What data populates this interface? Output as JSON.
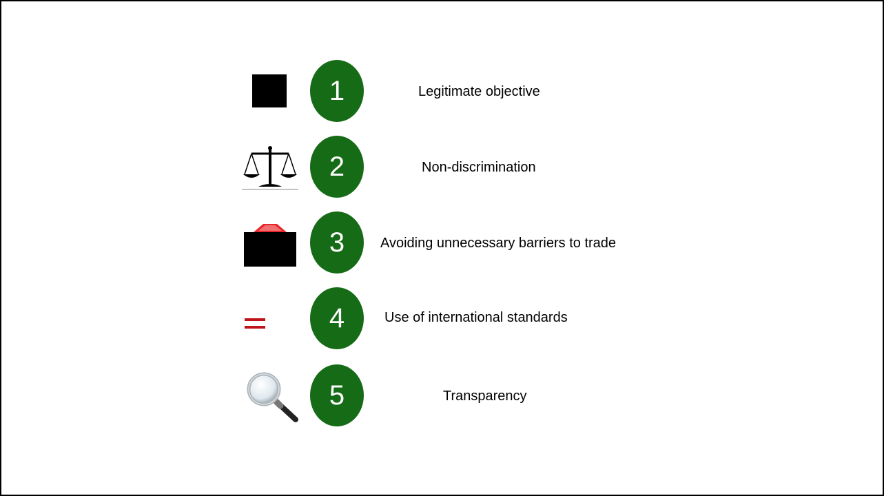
{
  "items": [
    {
      "number": "1",
      "label": "Legitimate objective",
      "icon": "black-square-icon"
    },
    {
      "number": "2",
      "label": "Non-discrimination",
      "icon": "scales-icon"
    },
    {
      "number": "3",
      "label": "Avoiding unnecessary barriers to trade",
      "icon": "stop-sign-icon"
    },
    {
      "number": "4",
      "label": "Use of international standards",
      "icon": "equals-icon"
    },
    {
      "number": "5",
      "label": "Transparency",
      "icon": "magnifier-icon"
    }
  ],
  "colors": {
    "badge": "#166b16",
    "equals": "#c0141c",
    "stop": "#e8262b"
  }
}
